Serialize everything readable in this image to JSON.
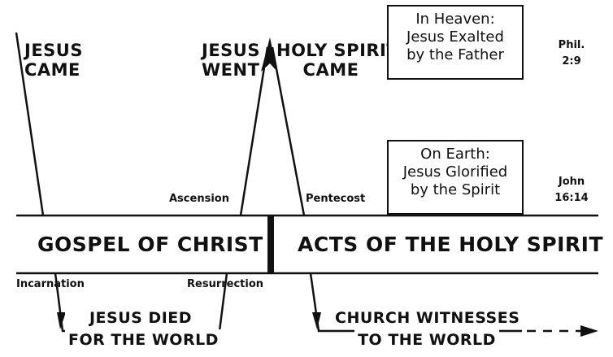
{
  "top_labels": {
    "jesus_came": [
      "JESUS",
      "CAME"
    ],
    "jesus_went": [
      "JESUS",
      "WENT"
    ],
    "holy_spirit_came": [
      "HOLY SPIRIT",
      "CAME"
    ]
  },
  "heaven_box": {
    "lines": [
      "In Heaven:",
      "Jesus Exalted",
      "by the Father"
    ],
    "reference": [
      "Phil.",
      "2:9"
    ]
  },
  "earth_box": {
    "lines": [
      "On Earth:",
      "Jesus Glorified",
      "by the Spirit"
    ],
    "reference": [
      "John",
      "16:14"
    ]
  },
  "events_above": {
    "ascension": "Ascension",
    "pentecost": "Pentecost"
  },
  "band": {
    "left": "GOSPEL OF CHRIST",
    "right": "ACTS OF THE HOLY SPIRIT"
  },
  "events_below": {
    "incarnation": "Incarnation",
    "resurrection": "Resurrection"
  },
  "bottom_labels": {
    "jesus_died": [
      "JESUS DIED",
      "FOR THE WORLD"
    ],
    "church_witnesses": [
      "CHURCH WITNESSES",
      "TO THE WORLD"
    ]
  },
  "colors": {
    "ink": "#111111",
    "background": "#ffffff"
  }
}
